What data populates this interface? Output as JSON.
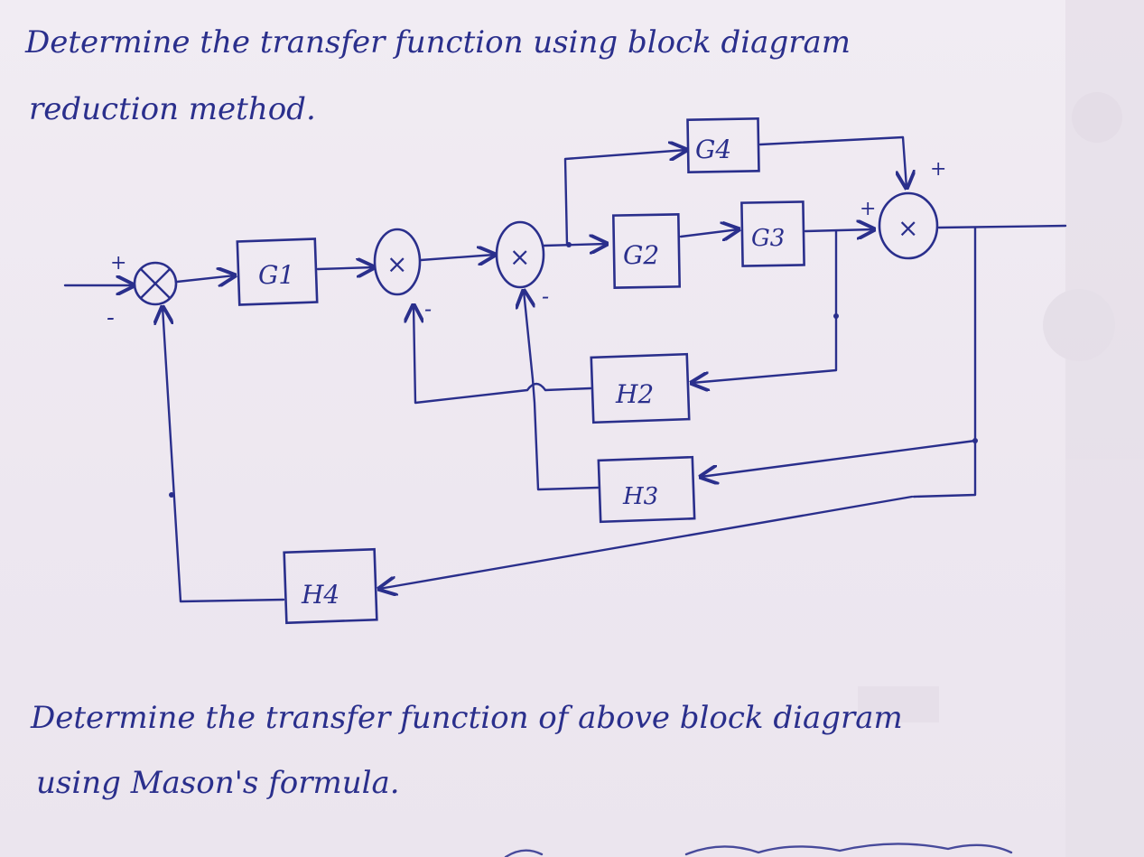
{
  "text": {
    "question1_line1": "Determine the transfer function using block diagram",
    "question1_line2": "reduction method.",
    "question2_line1": "Determine the transfer function of above block diagram",
    "question2_line2": "using Mason's formula."
  },
  "blocks": {
    "g1": "G1",
    "g2": "G2",
    "g3": "G3",
    "g4": "G4",
    "h2": "H2",
    "h3": "H3",
    "h4": "H4"
  },
  "signs": {
    "s1_in": "+",
    "s1_fb": "-",
    "s2_fb": "-",
    "s3_fb": "-",
    "s4_main": "+",
    "s4_g4": "+"
  },
  "summing_symbol": "×",
  "colors": {
    "ink": "#2a2f8c",
    "paper": "#efe9f1"
  }
}
